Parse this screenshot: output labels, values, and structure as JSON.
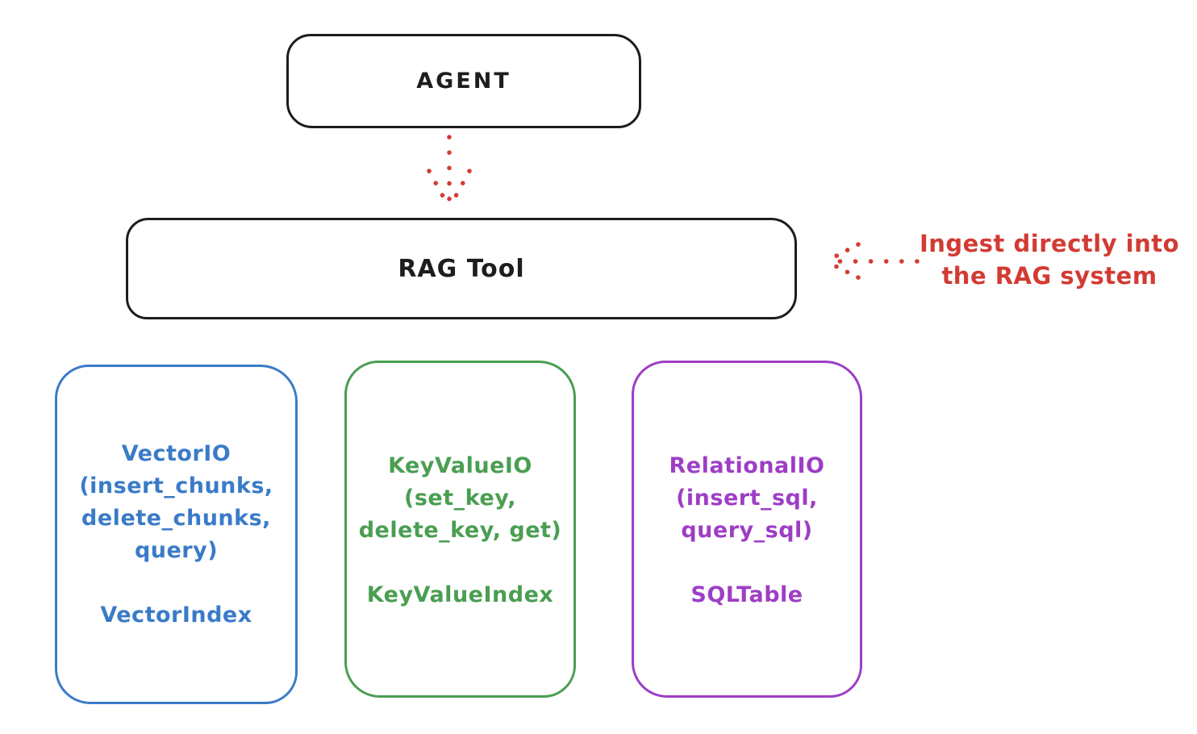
{
  "agent_box": {
    "label": "AGENT"
  },
  "rag_tool_box": {
    "label": "RAG Tool"
  },
  "annotation": {
    "line1": "Ingest directly into",
    "line2": "the RAG system"
  },
  "backends": [
    {
      "name": "vector-io",
      "lines": [
        "VectorIO",
        "(insert_chunks,",
        "delete_chunks,",
        "query)"
      ],
      "index_label": "VectorIndex",
      "color": "#3a7bc8"
    },
    {
      "name": "keyvalue-io",
      "lines": [
        "KeyValueIO",
        "(set_key,",
        "delete_key, get)"
      ],
      "index_label": "KeyValueIndex",
      "color": "#4a9e52"
    },
    {
      "name": "relational-io",
      "lines": [
        "RelationalIO",
        "(insert_sql,",
        "query_sql)"
      ],
      "index_label": "SQLTable",
      "color": "#9d3ec6"
    }
  ],
  "colors": {
    "stroke": "#1d1d1d",
    "accent_red": "#d23b33",
    "vector_blue": "#3a7bc8",
    "keyvalue_green": "#4a9e52",
    "relational_purple": "#9d3ec6",
    "background": "#ffffff"
  }
}
